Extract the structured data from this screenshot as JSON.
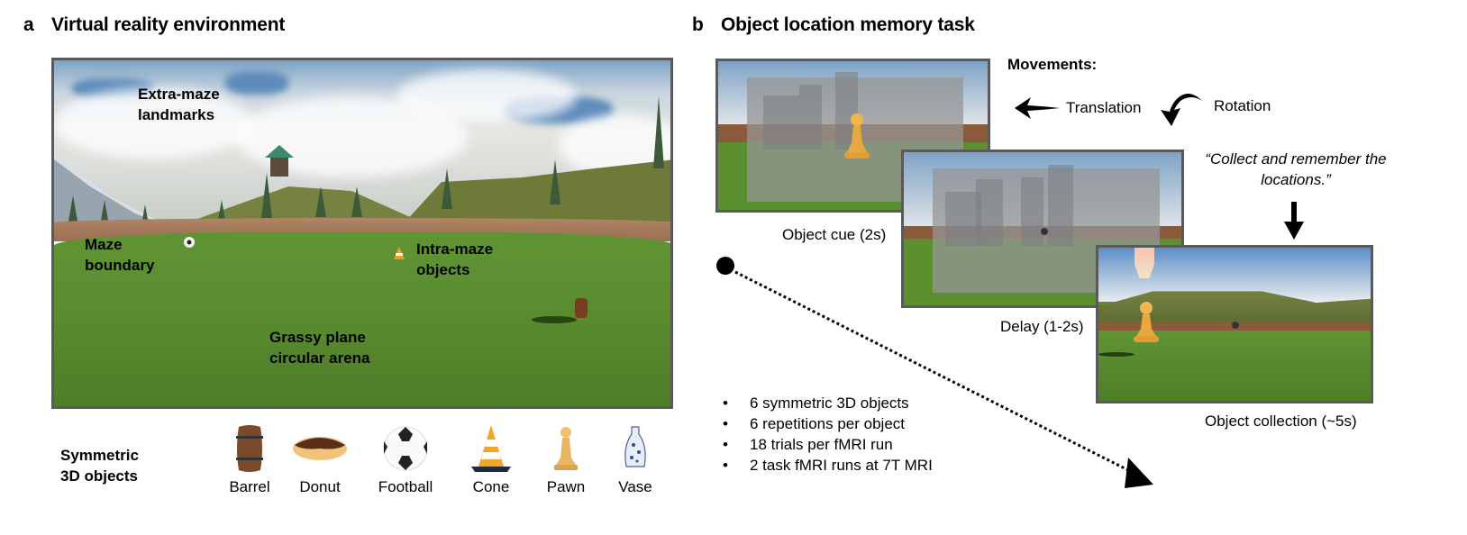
{
  "panel_a": {
    "letter": "a",
    "title": "Virtual reality environment",
    "scene_labels": {
      "extra_maze_line1": "Extra-maze",
      "extra_maze_line2": "landmarks",
      "maze_boundary_line1": "Maze",
      "maze_boundary_line2": "boundary",
      "intra_maze_line1": "Intra-maze",
      "intra_maze_line2": "objects",
      "arena_line1": "Grassy plane",
      "arena_line2": "circular arena"
    },
    "objects_heading_line1": "Symmetric",
    "objects_heading_line2": "3D objects",
    "objects": [
      {
        "name": "Barrel",
        "icon": "barrel-icon"
      },
      {
        "name": "Donut",
        "icon": "donut-icon"
      },
      {
        "name": "Football",
        "icon": "football-icon"
      },
      {
        "name": "Cone",
        "icon": "cone-icon"
      },
      {
        "name": "Pawn",
        "icon": "pawn-icon"
      },
      {
        "name": "Vase",
        "icon": "vase-icon"
      }
    ]
  },
  "panel_b": {
    "letter": "b",
    "title": "Object location memory task",
    "movements_label": "Movements:",
    "translation_label": "Translation",
    "rotation_label": "Rotation",
    "instruction_line1": "“Collect and remember the",
    "instruction_line2": "locations.”",
    "stages": [
      {
        "label": "Object cue (2s)"
      },
      {
        "label": "Delay (1-2s)"
      },
      {
        "label": "Object collection (~5s)"
      }
    ],
    "bullets": [
      "6 symmetric 3D objects",
      "6 repetitions per object",
      "18 trials per fMRI run",
      "2 task fMRI runs at 7T MRI"
    ]
  }
}
